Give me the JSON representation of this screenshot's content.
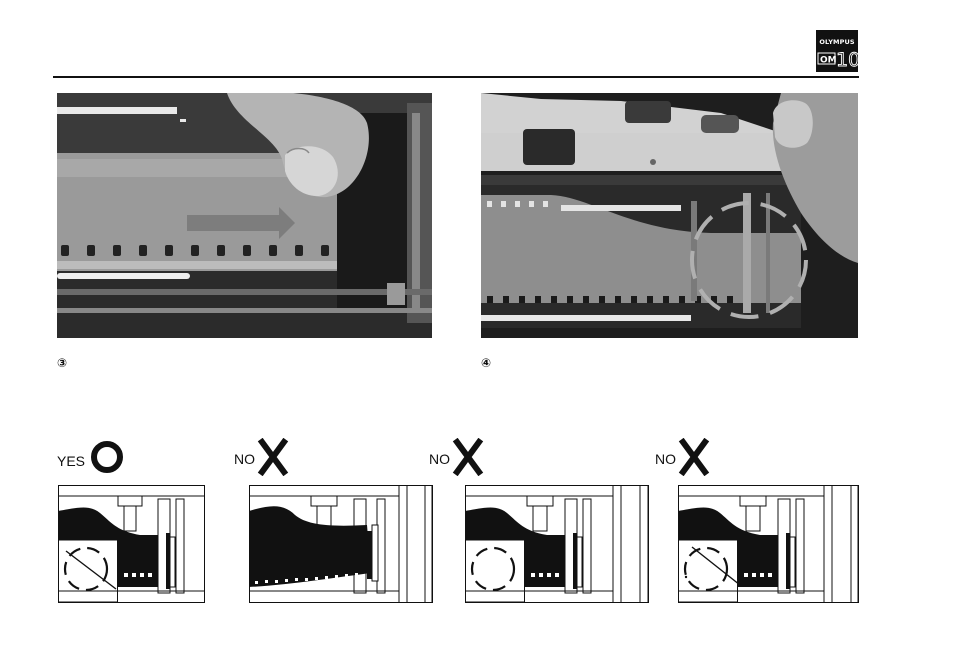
{
  "header": {
    "logo": {
      "brand": "OLYMPUS",
      "model": "OM",
      "model_number": "10"
    }
  },
  "photos": [
    {
      "step": "③"
    },
    {
      "step": "④"
    }
  ],
  "diagrams": [
    {
      "label": "YES",
      "mark": "O"
    },
    {
      "label": "NO",
      "mark": "X"
    },
    {
      "label": "NO",
      "mark": "X"
    },
    {
      "label": "NO",
      "mark": "X"
    }
  ]
}
